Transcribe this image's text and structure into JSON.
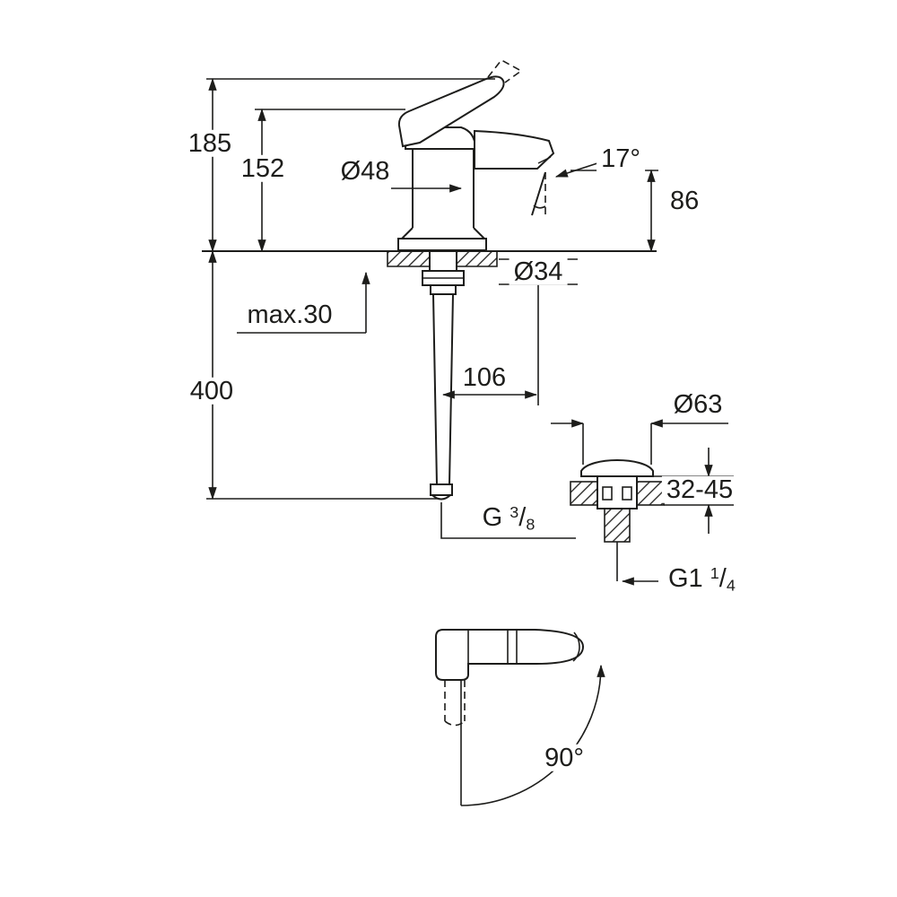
{
  "drawing": {
    "title": "Basin mixer technical dimension drawing",
    "line_color": "#1d1d1b",
    "background_color": "#ffffff"
  },
  "dims": {
    "total_height": "185",
    "height_to_lever": "152",
    "body_diameter": "Ø48",
    "spout_angle": "17°",
    "spout_outlet_height": "86",
    "mounting_hole_diameter": "Ø34",
    "max_deck_thickness": "max.30",
    "supply_hose_length": "400",
    "spout_projection": "106",
    "supply_thread": {
      "prefix": "G",
      "numerator": "3",
      "slash": "/",
      "denominator": "8"
    },
    "waste_cap_diameter": "Ø63",
    "waste_clamping_range": "32-45",
    "waste_thread": {
      "prefix": "G1",
      "numerator": "1",
      "slash": "/",
      "denominator": "4"
    },
    "handle_swing_angle": "90°"
  }
}
